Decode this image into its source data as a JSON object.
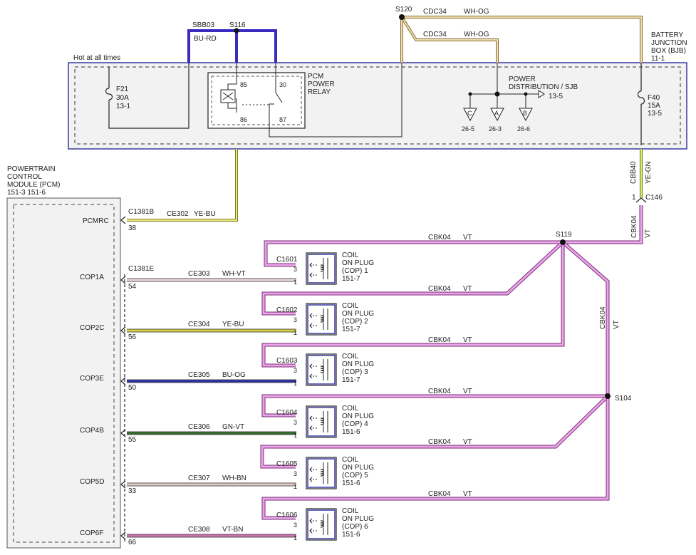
{
  "hot_label": "Hot at all times",
  "sjb": {
    "splice_top": "S120",
    "wire_top_1": {
      "circuit": "CDC34",
      "color": "WH-OG"
    },
    "wire_top_2": {
      "circuit": "CDC34",
      "color": "WH-OG"
    },
    "bjb_label": [
      "BATTERY",
      "JUNCTION",
      "BOX (BJB)",
      "11-1"
    ],
    "fuse_f21": [
      "F21",
      "30A",
      "13-1"
    ],
    "fuse_f40": [
      "F40",
      "15A",
      "13-5"
    ],
    "relay": {
      "label": [
        "PCM",
        "POWER",
        "RELAY"
      ],
      "pins": {
        "p85": "85",
        "p86": "86",
        "p30": "30",
        "p87": "87"
      }
    },
    "sbb03": {
      "circuit": "SBB03",
      "color": "BU-RD",
      "splice": "S116"
    },
    "power_dist": {
      "label": [
        "POWER",
        "DISTRIBUTION / SJB"
      ],
      "ref": "13-5"
    },
    "grounds": [
      {
        "letter": "C",
        "ref": "26-5"
      },
      {
        "letter": "A",
        "ref": "26-3"
      },
      {
        "letter": "B",
        "ref": "26-6"
      }
    ]
  },
  "feed": {
    "cbb40": {
      "circuit": "CBB40",
      "color": "YE-GN"
    },
    "connector": {
      "name": "C146",
      "pin": "1"
    },
    "cbk04_vert": {
      "circuit": "CBK04",
      "color": "VT"
    },
    "s119": "S119",
    "s104": "S104",
    "right_vert": {
      "circuit": "CBK04",
      "color": "VT"
    }
  },
  "pcm": {
    "label": [
      "POWERTRAIN",
      "CONTROL",
      "MODULE (PCM)",
      "151-3   151-6"
    ],
    "pcmrc": {
      "label": "PCMRC",
      "connector": "C1381B",
      "pin": "38",
      "circuit": "CE302",
      "color": "YE-BU"
    },
    "c1381e": "C1381E"
  },
  "coils": [
    {
      "pcm_label": "COP1A",
      "pin": "54",
      "circuit": "CE303",
      "color": "WH-VT",
      "connector": "C1601",
      "name": [
        "COIL",
        "ON PLUG",
        "(COP) 1",
        "151-7"
      ],
      "feed_circuit": "CBK04",
      "feed_color": "VT",
      "pin3": "3",
      "pin1": "1",
      "wire_hex": "#f1d7e3"
    },
    {
      "pcm_label": "COP2C",
      "pin": "56",
      "circuit": "CE304",
      "color": "YE-BU",
      "connector": "C1602",
      "name": [
        "COIL",
        "ON PLUG",
        "(COP) 2",
        "151-7"
      ],
      "feed_circuit": "CBK04",
      "feed_color": "VT",
      "pin3": "3",
      "pin1": "1",
      "wire_hex": "#d8d23a"
    },
    {
      "pcm_label": "COP3E",
      "pin": "50",
      "circuit": "CE305",
      "color": "BU-OG",
      "connector": "C1603",
      "name": [
        "COIL",
        "ON PLUG",
        "(COP) 3",
        "151-7"
      ],
      "feed_circuit": "CBK04",
      "feed_color": "VT",
      "pin3": "3",
      "pin1": "1",
      "wire_hex": "#2b2ba8"
    },
    {
      "pcm_label": "COP4B",
      "pin": "55",
      "circuit": "CE306",
      "color": "GN-VT",
      "connector": "C1604",
      "name": [
        "COIL",
        "ON PLUG",
        "(COP) 4",
        "151-6"
      ],
      "feed_circuit": "CBK04",
      "feed_color": "VT",
      "pin3": "3",
      "pin1": "1",
      "wire_hex": "#2e6b2a"
    },
    {
      "pcm_label": "COP5D",
      "pin": "33",
      "circuit": "CE307",
      "color": "WH-BN",
      "connector": "C1605",
      "name": [
        "COIL",
        "ON PLUG",
        "(COP) 5",
        "151-6"
      ],
      "feed_circuit": "CBK04",
      "feed_color": "VT",
      "pin3": "3",
      "pin1": "1",
      "wire_hex": "#e2cfc8"
    },
    {
      "pcm_label": "COP6F",
      "pin": "66",
      "circuit": "CE308",
      "color": "VT-BN",
      "connector": "C1606",
      "name": [
        "COIL",
        "ON PLUG",
        "(COP) 6",
        "151-6"
      ],
      "feed_circuit": "CBK04",
      "feed_color": "VT",
      "pin3": "3",
      "pin1": "1",
      "wire_hex": "#cf6fb1"
    }
  ],
  "colors": {
    "vt": "#c64fc6",
    "vt_fill": "#eaa8e8",
    "wh_og": "#d9bb7a",
    "bu_rd": "#3a2bc0",
    "ye": "#e7e05a",
    "ye_gn": "#b8d63a",
    "box_fill": "#f2f2f2",
    "sjb_border": "#3a3aa0"
  }
}
